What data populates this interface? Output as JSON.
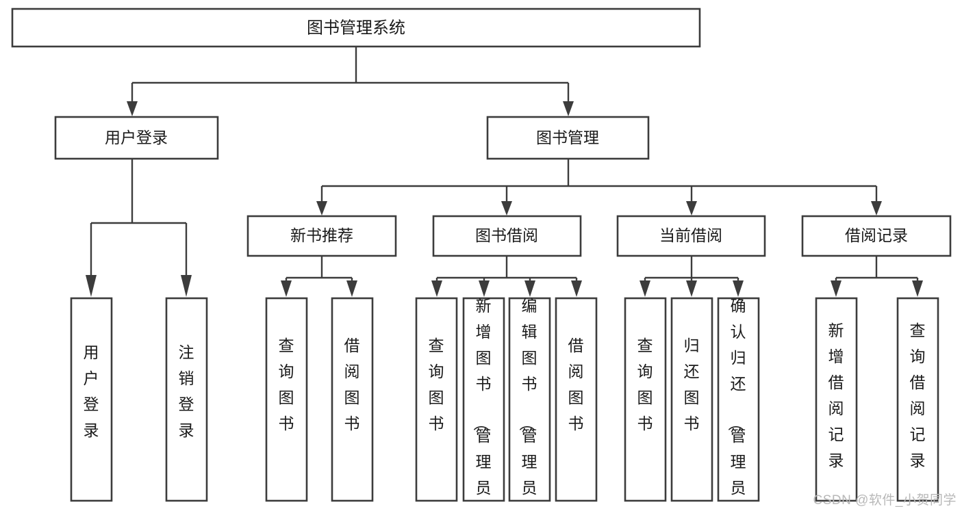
{
  "diagram": {
    "title": "图书管理系统",
    "type": "tree",
    "orientation": "top-down",
    "colors": {
      "box_stroke": "#3c3c3c",
      "box_fill": "#ffffff",
      "text": "#1a1a1a",
      "connector": "#3c3c3c",
      "background": "#ffffff",
      "watermark": "#b8b8b8"
    },
    "root": {
      "label": "图书管理系统"
    },
    "level2": [
      {
        "label": "用户登录"
      },
      {
        "label": "图书管理"
      }
    ],
    "level3": [
      {
        "label": "新书推荐"
      },
      {
        "label": "图书借阅"
      },
      {
        "label": "当前借阅"
      },
      {
        "label": "借阅记录"
      }
    ],
    "leaves": {
      "user_login": [
        {
          "label": "用户登录"
        },
        {
          "label": "注销登录"
        }
      ],
      "new_book_recommend": [
        {
          "label": "查询图书"
        },
        {
          "label": "借阅图书"
        }
      ],
      "book_borrow": [
        {
          "label": "查询图书"
        },
        {
          "label": "新增图书（管理员）"
        },
        {
          "label": "编辑图书（管理员）"
        },
        {
          "label": "借阅图书"
        }
      ],
      "current_borrow": [
        {
          "label": "查询图书"
        },
        {
          "label": "归还图书"
        },
        {
          "label": "确认归还（管理员）"
        }
      ],
      "borrow_record": [
        {
          "label": "新增借阅记录"
        },
        {
          "label": "查询借阅记录"
        }
      ]
    },
    "watermark": "CSDN @软件_小贺同学"
  }
}
